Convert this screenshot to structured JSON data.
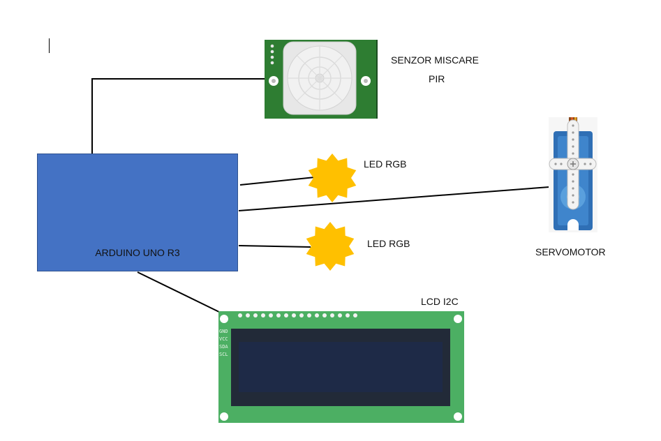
{
  "diagram": {
    "controller": {
      "label": "ARDUINO UNO R3",
      "color": "#4472c4"
    },
    "pir_sensor": {
      "label_line1": "SENZOR MISCARE",
      "label_line2": "PIR",
      "board_color": "#2e7d32"
    },
    "led_top": {
      "label": "LED RGB",
      "color": "#ffc000"
    },
    "led_bottom": {
      "label": "LED RGB",
      "color": "#ffc000"
    },
    "servo": {
      "label": "SERVOMOTOR",
      "color": "#2f6fb5"
    },
    "lcd": {
      "label": "LCD I2C",
      "board_color": "#4caf63",
      "screen_color": "#1e2a47",
      "pins": [
        "GND",
        "VCC",
        "SDA",
        "SCL"
      ]
    }
  }
}
